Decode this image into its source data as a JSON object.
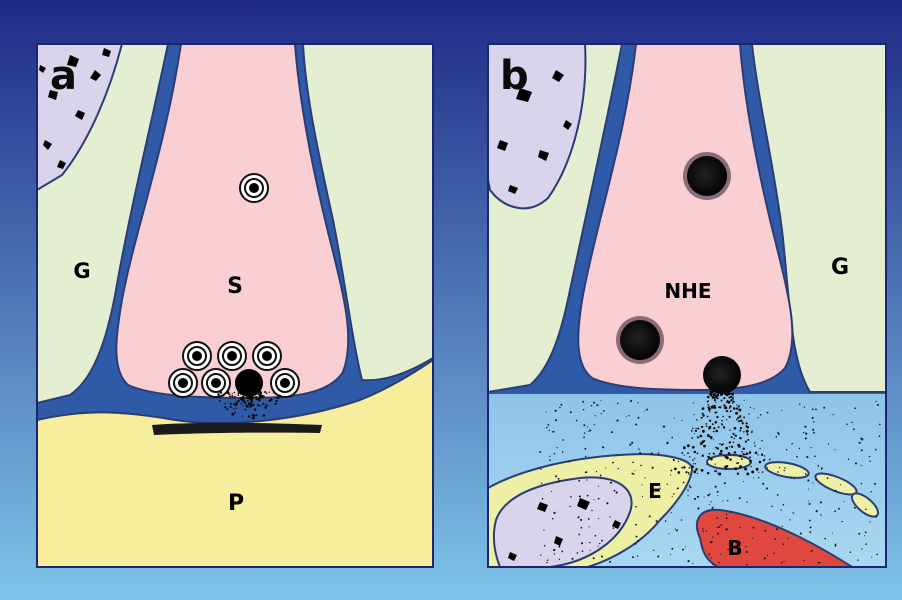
{
  "figure": {
    "panel_a": {
      "letter": "a",
      "labels": {
        "glia": "G",
        "synapse": "S",
        "postsynaptic": "P"
      }
    },
    "panel_b": {
      "letter": "b",
      "labels": {
        "varicosity": "NHE",
        "glia": "G",
        "endothelium": "E",
        "blood": "B"
      }
    },
    "colors": {
      "background_top": "#1f2a86",
      "background_bottom": "#7fc4e8",
      "glia": "#e4efd2",
      "terminal": "#f9cfd3",
      "membrane": "#2f5aa8",
      "postsynaptic": "#f7ee9d",
      "nucleus": "#d9d3ec",
      "endothelium": "#edf0a4",
      "blood_cell": "#e0473f",
      "extracellular": "#8ec5ea"
    }
  }
}
